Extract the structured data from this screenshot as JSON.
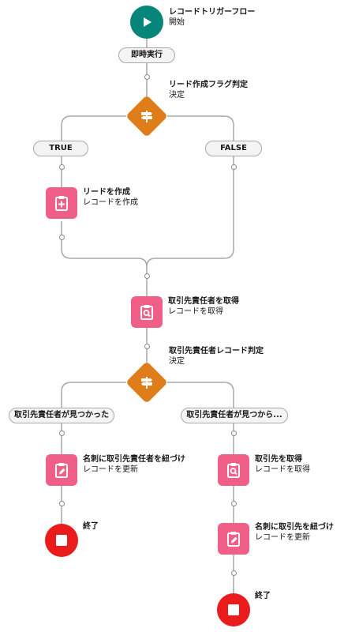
{
  "colors": {
    "start": "#06857a",
    "record_element": "#ef5f88",
    "decision": "#e07d1b",
    "end": "#ea1b1b",
    "connector_line": "#a9a9a9"
  },
  "start": {
    "title": "レコードトリガーフロー",
    "subtitle": "開始",
    "icon": "play-icon"
  },
  "path_immediate": "即時実行",
  "decision1": {
    "title": "リード作成フラグ判定",
    "subtitle": "決定",
    "icon": "decision-icon"
  },
  "branch1": {
    "true_label": "TRUE",
    "false_label": "FALSE"
  },
  "create_lead": {
    "title": "リードを作成",
    "subtitle": "レコードを作成",
    "icon": "create-record-icon"
  },
  "get_owner": {
    "title": "取引先責任者を取得",
    "subtitle": "レコードを取得",
    "icon": "get-records-icon"
  },
  "decision2": {
    "title": "取引先責任者レコード判定",
    "subtitle": "決定",
    "icon": "decision-icon"
  },
  "branch2": {
    "found_label": "取引先責任者が見つかった",
    "not_found_label": "取引先責任者が見つから..."
  },
  "update_link_owner": {
    "title": "名刺に取引先責任者を紐づけ",
    "subtitle": "レコードを更新",
    "icon": "update-record-icon"
  },
  "end_left": {
    "title": "終了",
    "icon": "stop-icon"
  },
  "get_account": {
    "title": "取引先を取得",
    "subtitle": "レコードを取得",
    "icon": "get-records-icon"
  },
  "update_link_account": {
    "title": "名刺に取引先を紐づけ",
    "subtitle": "レコードを更新",
    "icon": "update-record-icon"
  },
  "end_right": {
    "title": "終了",
    "icon": "stop-icon"
  }
}
